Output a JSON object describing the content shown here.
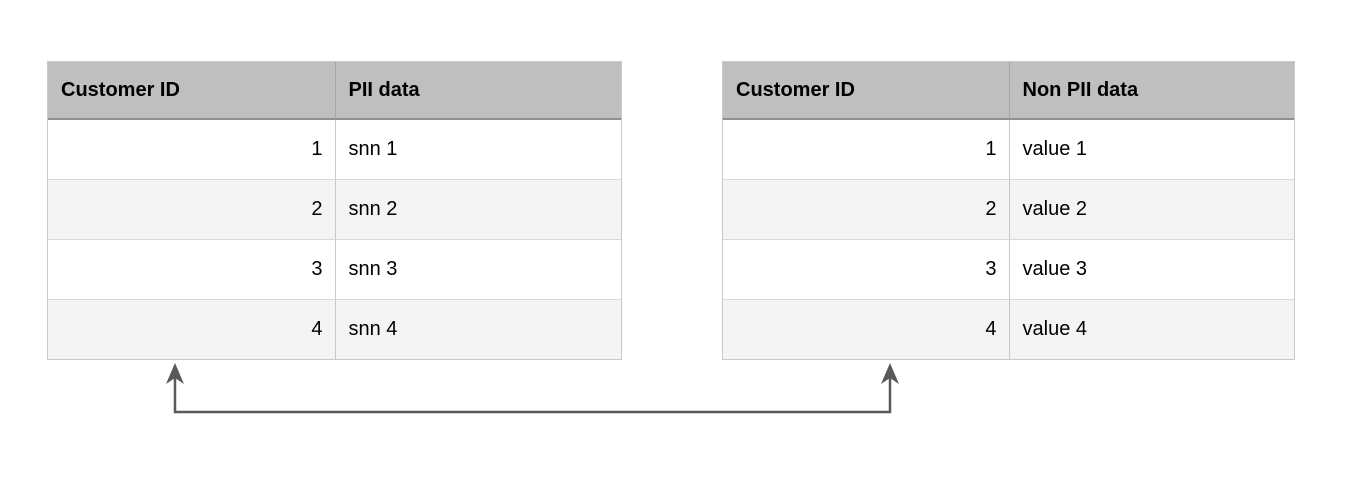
{
  "tables": [
    {
      "id": "pii-table",
      "columns": [
        "Customer ID",
        "PII data"
      ],
      "rows": [
        [
          "1",
          "snn 1"
        ],
        [
          "2",
          "snn 2"
        ],
        [
          "3",
          "snn 3"
        ],
        [
          "4",
          "snn 4"
        ]
      ]
    },
    {
      "id": "non-pii-table",
      "columns": [
        "Customer ID",
        "Non PII data"
      ],
      "rows": [
        [
          "1",
          "value 1"
        ],
        [
          "2",
          "value 2"
        ],
        [
          "3",
          "value 3"
        ],
        [
          "4",
          "value 4"
        ]
      ]
    }
  ],
  "connector": {
    "icon": "double-headed-arrow-icon",
    "links": "Customer ID ↔ Customer ID",
    "color": "#595959"
  },
  "colors": {
    "header_bg": "#bfbfbf",
    "header_rule": "#8e8e8e",
    "row_alt_bg": "#f4f4f4",
    "row_rule": "#d9d9d9",
    "table_border": "#c9c9c9",
    "arrow": "#595959",
    "background": "#ffffff"
  }
}
